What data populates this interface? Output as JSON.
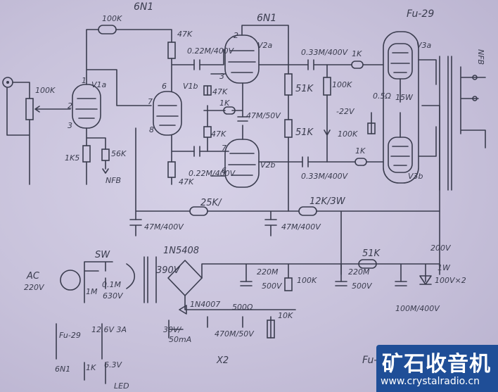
{
  "tubes": {
    "header_v1": "6N1",
    "header_v2": "6N1",
    "header_v3": "Fu-29",
    "v1a": "V1a",
    "v1b": "V1b",
    "v2a": "V2a",
    "v2b": "V2b",
    "v3a": "V3a",
    "v3b": "V3b"
  },
  "pins": {
    "p1": "1",
    "p2": "2",
    "p3": "3",
    "p6": "6",
    "p7": "7",
    "p8": "8",
    "p2b": "2",
    "p3b": "3",
    "p6b": "6",
    "p7b": "7"
  },
  "components": {
    "r_100k_top": "100K",
    "pot_100k": "100K",
    "r_1k5": "1K5",
    "r_56k": "56K",
    "nfb_in": "NFB",
    "r_47k_a": "47K",
    "c_022_a": "0.22M/400V",
    "r_47k_b": "47K",
    "r_47k_c": "47K",
    "r_47k_d": "47K",
    "r_1k_mid": "1K",
    "c_47u": "47M/50V",
    "c_022_b": "0.22M/400V",
    "r_51k_a": "51K",
    "r_51k_b": "51K",
    "c_033_a": "0.33M/400V",
    "c_033_b": "0.33M/400V",
    "r_1k_a": "1K",
    "r_1k_b": "1K",
    "r_100k_a": "100K",
    "r_100k_b": "100K",
    "bias": "-22V",
    "r_05": "0.5Ω",
    "r_15w": "15W",
    "r_25k": "25K/",
    "r_12k": "12K/3W",
    "c_47u_a": "47M/400V",
    "c_47u_b": "47M/400V",
    "nfb_out": "NFB"
  },
  "power": {
    "sw": "SW",
    "ac": "AC",
    "ac_v": "220V",
    "c_01": "0.1M",
    "c_01v": "630V",
    "r_1m": "1M",
    "diode_bridge": "1N5408",
    "v390": "390V",
    "c_220_a": "220M",
    "c_220_av": "500V",
    "r_100k": "100K",
    "r_51k": "51K",
    "c_220_b": "220M",
    "c_220_bv": "500V",
    "v200": "200V",
    "zener_w": "1W",
    "zener_v": "100V×2",
    "c_100u": "100M/400V",
    "d_4007": "1N4007",
    "r_500": "500Ω",
    "v30": "30V/",
    "ma50": "50mA",
    "c_470": "470M/50V",
    "pot_10k": "10K",
    "x2": "X2",
    "fu29_heater": "Fu-29",
    "v126": "12.6V 3A",
    "v1_heater": "6N1",
    "r_1k": "1K",
    "v63": "6.3V",
    "led": "LED",
    "footer": "Fu-"
  },
  "watermark": {
    "cn": "矿石收音机",
    "url": "www.crystalradio.cn"
  }
}
